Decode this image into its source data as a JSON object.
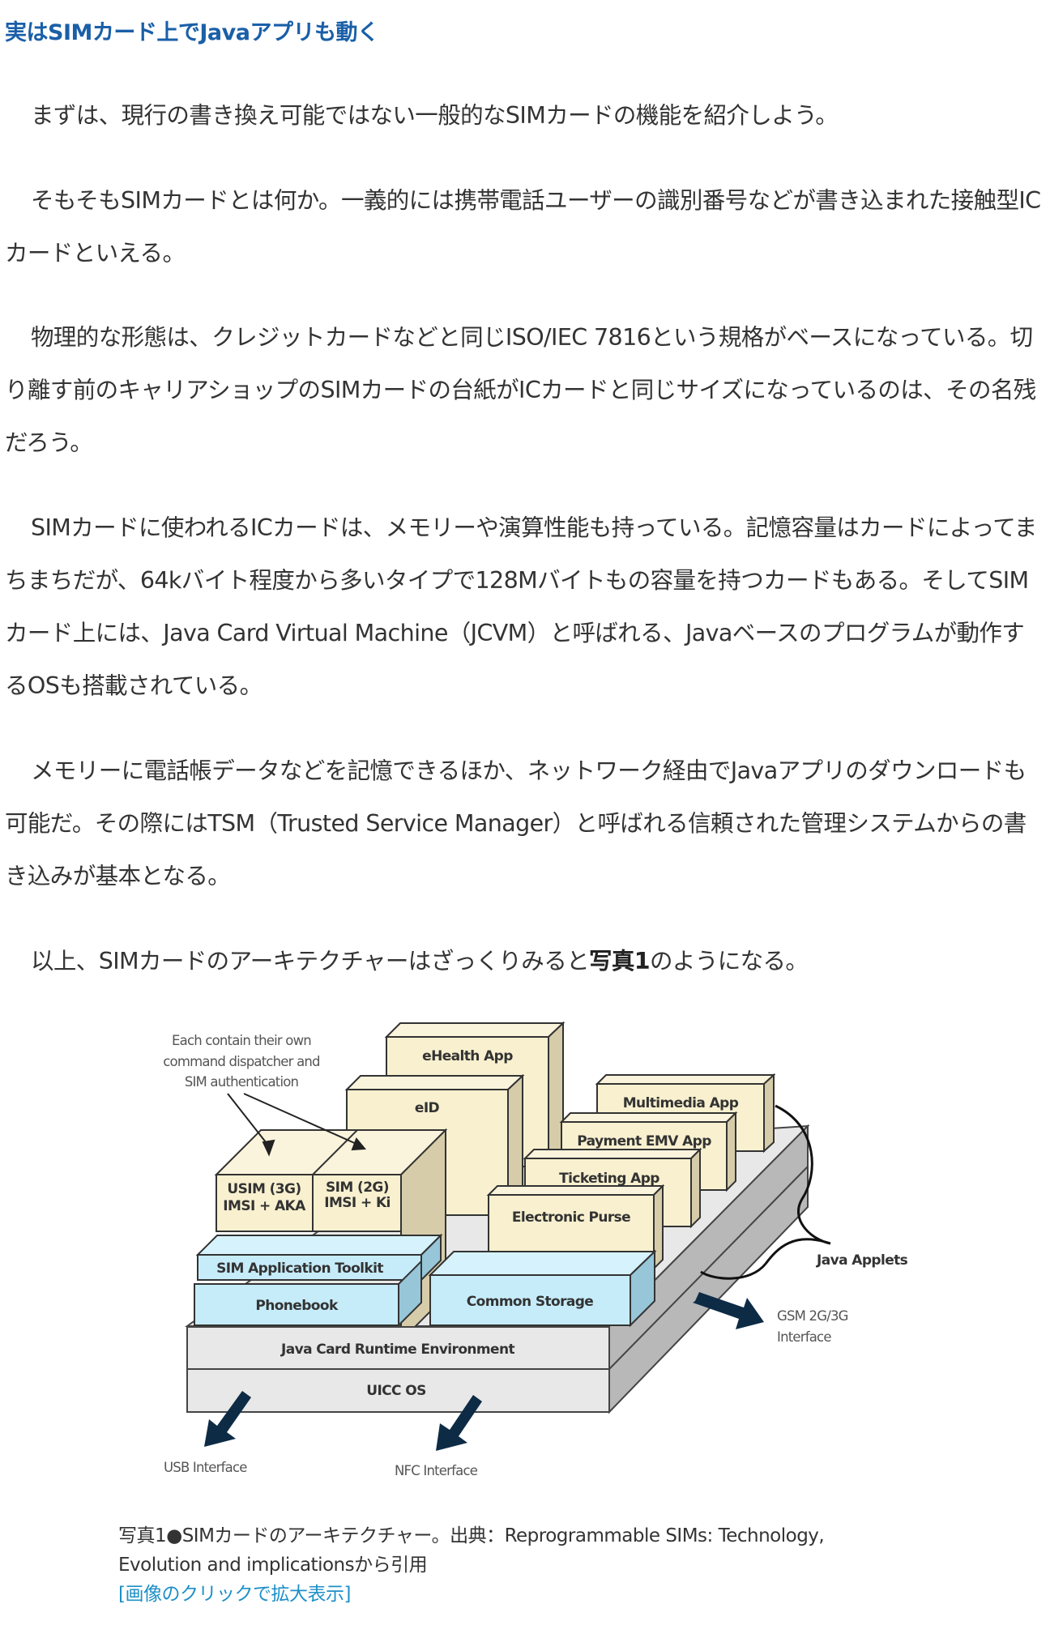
{
  "article": {
    "heading": "実はSIMカード上でJavaアプリも動く",
    "paragraphs": [
      {
        "text": "まずは、現行の書き換え可能ではない一般的なSIMカードの機能を紹介しよう。"
      },
      {
        "text": "そもそもSIMカードとは何か。一義的には携帯電話ユーザーの識別番号などが書き込まれた接触型ICカードといえる。"
      },
      {
        "text": "物理的な形態は、クレジットカードなどと同じISO/IEC 7816という規格がベースになっている。切り離す前のキャリアショップのSIMカードの台紙がICカードと同じサイズになっているのは、その名残だろう。"
      },
      {
        "text": "SIMカードに使われるICカードは、メモリーや演算性能も持っている。記憶容量はカードによってまちまちだが、64kバイト程度から多いタイプで128Mバイトもの容量を持つカードもある。そしてSIMカード上には、Java Card Virtual Machine（JCVM）と呼ばれる、Javaベースのプログラムが動作するOSも搭載されている。"
      },
      {
        "text": "メモリーに電話帳データなどを記憶できるほか、ネットワーク経由でJavaアプリのダウンロードも可能だ。その際にはTSM（Trusted Service Manager）と呼ばれる信頼された管理システムからの書き込みが基本となる。"
      },
      {
        "text_before": "以上、SIMカードのアーキテクチャーはざっくりみると",
        "bold": "写真1",
        "text_after": "のようになる。"
      }
    ]
  },
  "figure": {
    "note": [
      "Each contain their own",
      "command dispatcher and",
      "SIM authentication"
    ],
    "boxes": {
      "ehealth": "eHealth App",
      "eid": "eID",
      "multimedia": "Multimedia App",
      "payment": "Payment EMV App",
      "ticketing": "Ticketing App",
      "purse": "Electronic Purse",
      "usim": [
        "USIM (3G)",
        "IMSI + AKA"
      ],
      "sim": [
        "SIM (2G)",
        "IMSI + Ki"
      ],
      "toolkit": "SIM Application Toolkit",
      "phonebook": "Phonebook",
      "storage": "Common Storage",
      "jcre": "Java Card Runtime Environment",
      "uicc": "UICC OS"
    },
    "labels": {
      "applets": "Java Applets",
      "gsm": [
        "GSM 2G/3G",
        "Interface"
      ],
      "usb": "USB Interface",
      "nfc": "NFC Interface"
    },
    "colors": {
      "app_box": "#f8f0cf",
      "app_side": "#d6ccaa",
      "blue_box": "#c6ecfa",
      "blue_side": "#96c6d8",
      "platform": "#e8e8e8",
      "platform_side": "#b8b8b8",
      "arrow": "#0e2b45"
    },
    "caption": {
      "line1": "写真1●SIMカードのアーキテクチャー。出典：Reprogrammable SIMs: Technology,",
      "line2": "Evolution and implicationsから引用",
      "link": "[画像のクリックで拡大表示]"
    }
  }
}
